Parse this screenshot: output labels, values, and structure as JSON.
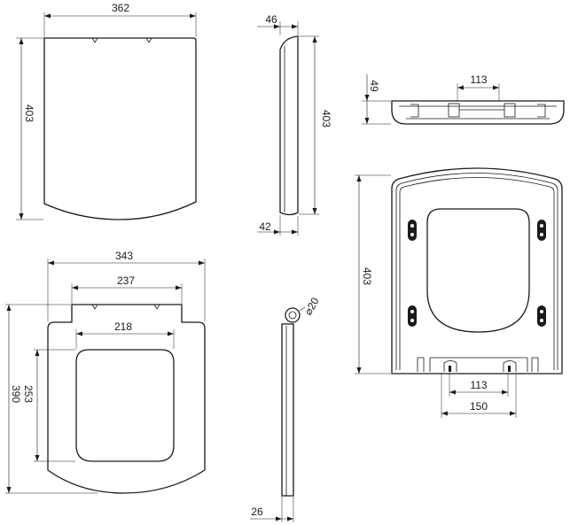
{
  "dimensions": {
    "top_cover_width": "362",
    "top_cover_height": "403",
    "side_top_thickness": "46",
    "side_height": "403",
    "side_bottom_thickness": "42",
    "rear_height": "49",
    "rear_hinge_spacing": "113",
    "bottom_height": "403",
    "bottom_hinge_spacing": "113",
    "bottom_rear_width": "150",
    "seat_outer_width": "343",
    "seat_hinge_width": "237",
    "seat_opening_width": "218",
    "seat_opening_length": "253",
    "seat_length": "390",
    "hinge_diameter": "⌀20",
    "seat_side_thickness": "26"
  }
}
